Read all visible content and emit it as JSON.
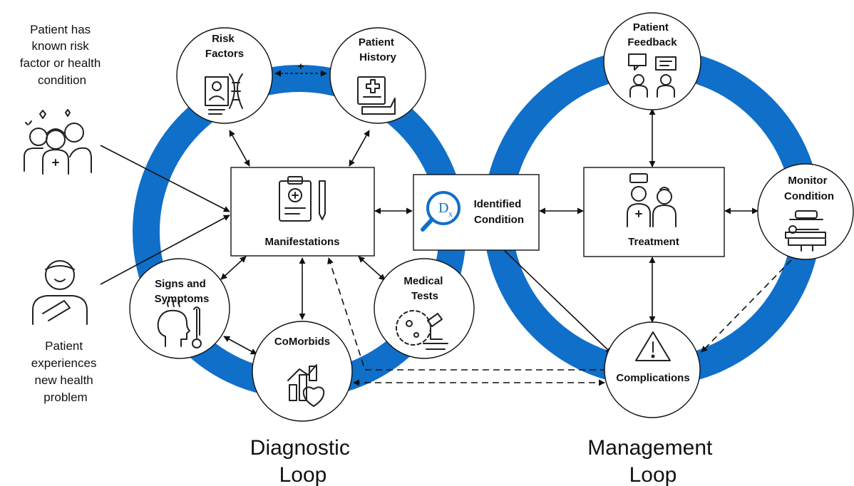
{
  "colors": {
    "ring": "#0f6fc9",
    "line": "#111111",
    "node_fill": "#ffffff"
  },
  "left_notes": {
    "risk_patient": [
      "Patient has",
      "known risk",
      "factor or health",
      "condition"
    ],
    "new_problem": [
      "Patient",
      "experiences",
      "new health",
      "problem"
    ]
  },
  "nodes": {
    "risk_factors": [
      "Risk",
      "Factors"
    ],
    "patient_history": [
      "Patient",
      "History"
    ],
    "manifestations": "Manifestations",
    "signs_symptoms": [
      "Signs and",
      "Symptoms"
    ],
    "comorbids": "CoMorbids",
    "medical_tests": [
      "Medical",
      "Tests"
    ],
    "identified_condition": [
      "Identified",
      "Condition"
    ],
    "patient_feedback": [
      "Patient",
      "Feedback"
    ],
    "treatment": "Treatment",
    "monitor_condition": [
      "Monitor",
      "Condition"
    ],
    "complications": "Complications"
  },
  "plus_sign": "+",
  "loops": {
    "diagnostic": [
      "Diagnostic",
      "Loop"
    ],
    "management": [
      "Management",
      "Loop"
    ]
  },
  "icons": [
    "family-icon",
    "injured-patient-icon",
    "dna-profile-icon",
    "clipboard-folder-icon",
    "clipboard-pen-icon",
    "dx-magnifier-icon",
    "doctors-icon",
    "monitor-bed-icon",
    "warning-icon",
    "fever-icon",
    "chart-heart-icon",
    "microscope-icon",
    "chat-people-icon"
  ]
}
